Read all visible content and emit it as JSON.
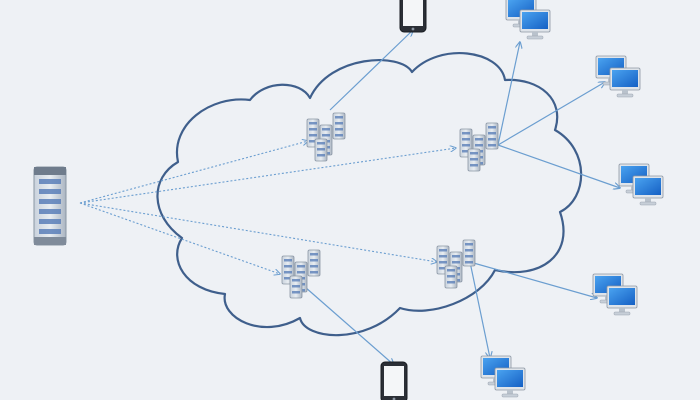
{
  "diagram": {
    "type": "network-topology",
    "nodes": [
      {
        "id": "origin-server",
        "kind": "origin-server"
      },
      {
        "id": "edge-cluster-1",
        "kind": "server-cluster"
      },
      {
        "id": "edge-cluster-2",
        "kind": "server-cluster"
      },
      {
        "id": "edge-cluster-3",
        "kind": "server-cluster"
      },
      {
        "id": "edge-cluster-4",
        "kind": "server-cluster"
      },
      {
        "id": "mobile-top",
        "kind": "mobile-device"
      },
      {
        "id": "mobile-bottom",
        "kind": "mobile-device"
      },
      {
        "id": "desktop-1",
        "kind": "desktop-pair"
      },
      {
        "id": "desktop-2",
        "kind": "desktop-pair"
      },
      {
        "id": "desktop-3",
        "kind": "desktop-pair"
      },
      {
        "id": "desktop-4",
        "kind": "desktop-pair"
      },
      {
        "id": "desktop-5",
        "kind": "desktop-pair"
      }
    ],
    "edges": [
      {
        "from": "origin-server",
        "to": "edge-cluster-1",
        "style": "dotted"
      },
      {
        "from": "origin-server",
        "to": "edge-cluster-2",
        "style": "dotted"
      },
      {
        "from": "origin-server",
        "to": "edge-cluster-3",
        "style": "dotted"
      },
      {
        "from": "origin-server",
        "to": "edge-cluster-4",
        "style": "dotted"
      },
      {
        "from": "edge-cluster-1",
        "to": "mobile-top",
        "style": "solid"
      },
      {
        "from": "edge-cluster-2",
        "to": "desktop-1",
        "style": "solid"
      },
      {
        "from": "edge-cluster-2",
        "to": "desktop-2",
        "style": "solid"
      },
      {
        "from": "edge-cluster-2",
        "to": "desktop-3",
        "style": "solid"
      },
      {
        "from": "edge-cluster-3",
        "to": "mobile-bottom",
        "style": "solid"
      },
      {
        "from": "edge-cluster-4",
        "to": "desktop-4",
        "style": "solid"
      },
      {
        "from": "edge-cluster-4",
        "to": "desktop-5",
        "style": "solid"
      }
    ],
    "colors": {
      "background": "#eef1f5",
      "cloud_stroke": "#3f5f8c",
      "arrow": "#6b9ed0",
      "screen_blue": "#1e73d6",
      "server_gray": "#9aa6b4",
      "server_stripe": "#5b7fb8"
    }
  }
}
